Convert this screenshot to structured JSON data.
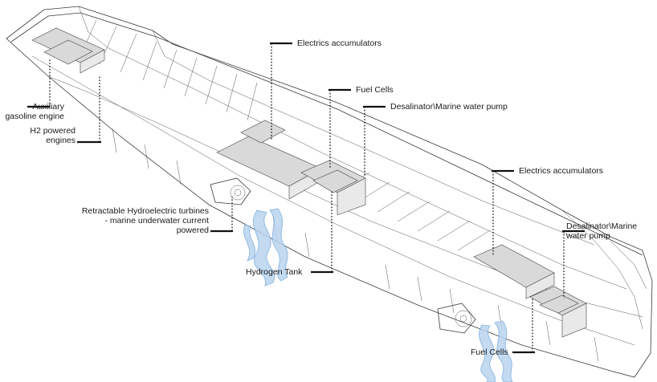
{
  "labels": {
    "electrics_accumulators_1": "Electrics accumulators",
    "fuel_cells_1": "Fuel Cells",
    "desalinator_1": "Desalinator\\Marine water pump",
    "auxiliary_engine": "Auxiliary gasoline engine",
    "h2_engines": "H2 powered engines",
    "electrics_accumulators_2": "Electrics accumulators",
    "turbines": "Retractable Hydroelectric turbines - marine underwater current powered",
    "desalinator_2": "Desalinator\\Marine water pump",
    "hydrogen_tank": "Hydrogen Tank",
    "fuel_cells_2": "Fuel Cells"
  },
  "colors": {
    "flow": "#b9d4ef",
    "line": "#3a3a3a",
    "equipment": "#d9d9d9"
  }
}
